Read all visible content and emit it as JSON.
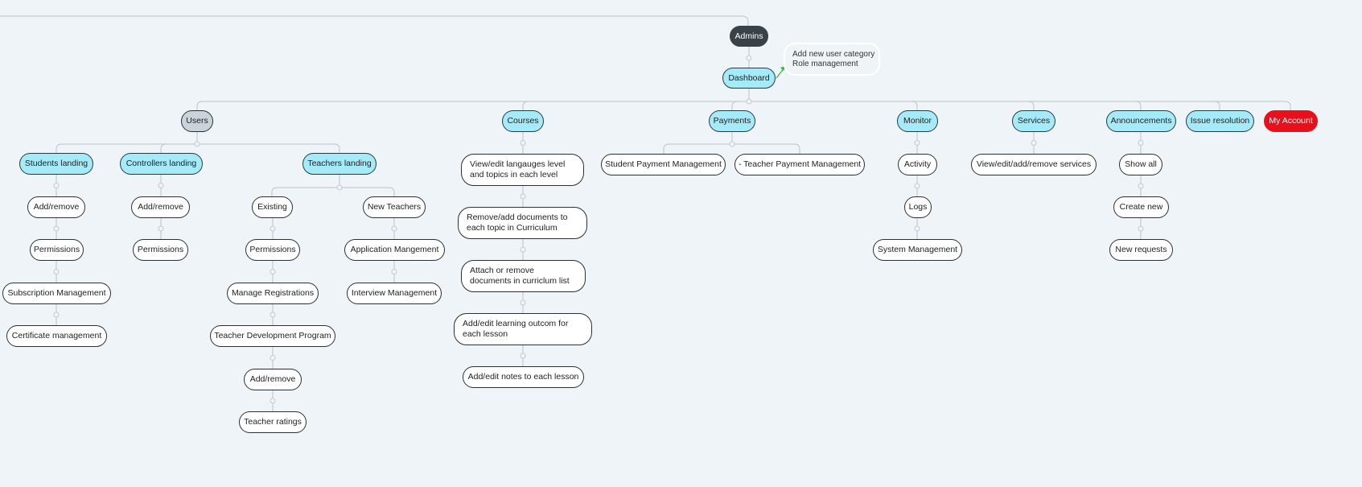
{
  "diagram": {
    "root": "Admins",
    "dashboard": "Dashboard",
    "dashboard_note": [
      "Add new user category",
      "Role management"
    ],
    "categories": {
      "users": "Users",
      "courses": "Courses",
      "payments": "Payments",
      "monitor": "Monitor",
      "services": "Services",
      "announcements": "Announcements",
      "issue_resolution": "Issue resolution",
      "my_account": "My Account"
    },
    "users": {
      "students_landing": "Students landing",
      "controllers_landing": "Controllers landing",
      "teachers_landing": "Teachers landing",
      "students": [
        "Add/remove",
        "Permissions",
        "Subscription Management",
        "Certificate management"
      ],
      "controllers": [
        "Add/remove",
        "Permissions"
      ],
      "existing": "Existing",
      "new_teachers": "New Teachers",
      "existing_items": [
        "Permissions",
        "Manage Registrations",
        "Teacher Development Program",
        "Add/remove",
        "Teacher ratings"
      ],
      "new_teacher_items": [
        "Application Mangement",
        "Interview Management"
      ]
    },
    "courses": [
      "View/edit langauges level and topics in each level",
      "Remove/add documents to each topic in Curriculum",
      "Attach or remove documents in curriclum list",
      "Add/edit learning outcom for each lesson",
      "Add/edit notes to each lesson"
    ],
    "payments": [
      "Student Payment Management",
      "- Teacher Payment Management"
    ],
    "monitor": [
      "Activity",
      "Logs",
      "System Management"
    ],
    "services": [
      "View/edit/add/remove services"
    ],
    "announcements": [
      "Show all",
      "Create new",
      "New requests"
    ]
  },
  "colors": {
    "background": "#eff4f8",
    "category_fill": "#a4eaf8",
    "root_fill": "#3a4248",
    "users_fill": "#cbd3da",
    "my_account_fill": "#e8101a",
    "connector": "#c3ccd4",
    "note_arrow": "#2fb83a"
  }
}
